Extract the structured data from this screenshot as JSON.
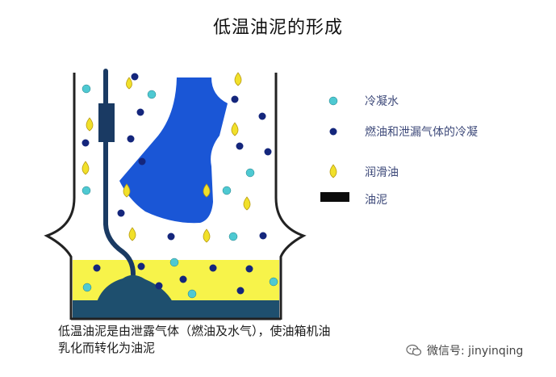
{
  "title": "低温油泥的形成",
  "legend": [
    {
      "label": "冷凝水",
      "symbol": "cyan-dot",
      "color": "#4ec9d2"
    },
    {
      "label": "燃油和泄漏气体的冷凝",
      "symbol": "navy-dot",
      "color": "#14267c"
    },
    {
      "label": "润滑油",
      "symbol": "yellow-drop",
      "color": "#f1e02a"
    },
    {
      "label": "油泥",
      "symbol": "black-bar",
      "color": "#0b0b0b"
    }
  ],
  "caption": {
    "line1": "低温油泥是由泄露气体（燃油及水气），使油箱机油",
    "line2": "乳化而转化为油泥"
  },
  "watermark": "微信号: jinyinqing",
  "colors": {
    "oil_layer": "#f7f34a",
    "sludge": "#1e4f6e",
    "crank": "#1a56d6",
    "rod": "#1a3a63",
    "wall": "#222222"
  }
}
